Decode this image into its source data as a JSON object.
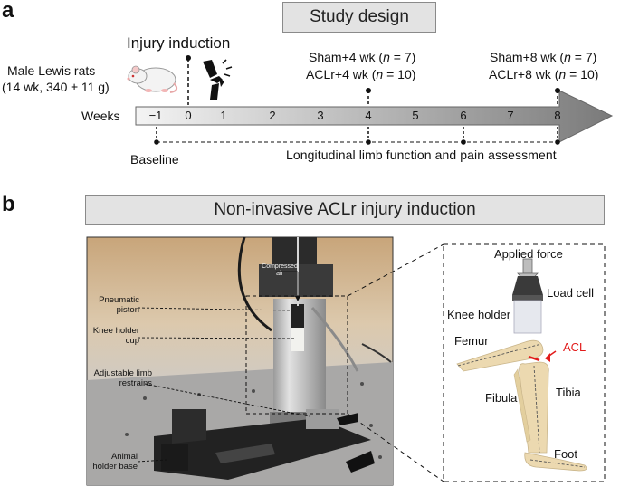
{
  "panel_a": {
    "letter": "a",
    "banner": "Study design",
    "injury_label": "Injury induction",
    "rats_label_line1": "Male Lewis rats",
    "rats_label_line2": "(14 wk, 340 ± 11 g)",
    "weeks_label": "Weeks",
    "ticks": [
      "−1",
      "0",
      "1",
      "2",
      "3",
      "4",
      "5",
      "6",
      "7",
      "8"
    ],
    "group4_line1_prefix": "Sham+4 wk (",
    "group4_line1_n": "n",
    "group4_line1_suffix": " = 7)",
    "group4_line2_prefix": "ACLr+4 wk (",
    "group4_line2_n": "n",
    "group4_line2_suffix": " = 10)",
    "group8_line1_prefix": "Sham+8 wk (",
    "group8_line1_n": "n",
    "group8_line1_suffix": " = 7)",
    "group8_line2_prefix": "ACLr+8 wk (",
    "group8_line2_n": "n",
    "group8_line2_suffix": " = 10)",
    "baseline_label": "Baseline",
    "longitudinal_label": "Longitudinal limb function and pain assessment",
    "rat_icon": "rat-icon",
    "knee_icon": "knee-injury-icon"
  },
  "panel_b": {
    "letter": "b",
    "banner": "Non-invasive ACLr injury induction",
    "photo_labels": {
      "compressed_air": "Compressed air",
      "pneumatic_piston": "Pneumatic piston",
      "knee_holder_cup": "Knee holder cup",
      "adjustable_limb_restrains": "Adjustable limb restrains",
      "animal_holder_base": "Animal holder base"
    },
    "schematic_labels": {
      "applied_force": "Applied force",
      "load_cell": "Load cell",
      "knee_holder": "Knee holder",
      "femur": "Femur",
      "acl": "ACL",
      "fibula": "Fibula",
      "tibia": "Tibia",
      "foot": "Foot"
    }
  },
  "colors": {
    "banner_bg": "#e3e3e3",
    "acl_red": "#e21b1b",
    "bone": "#ecd9b0",
    "arrow_dark": "#7d7d7d",
    "arrow_light": "#f2f2f2"
  }
}
